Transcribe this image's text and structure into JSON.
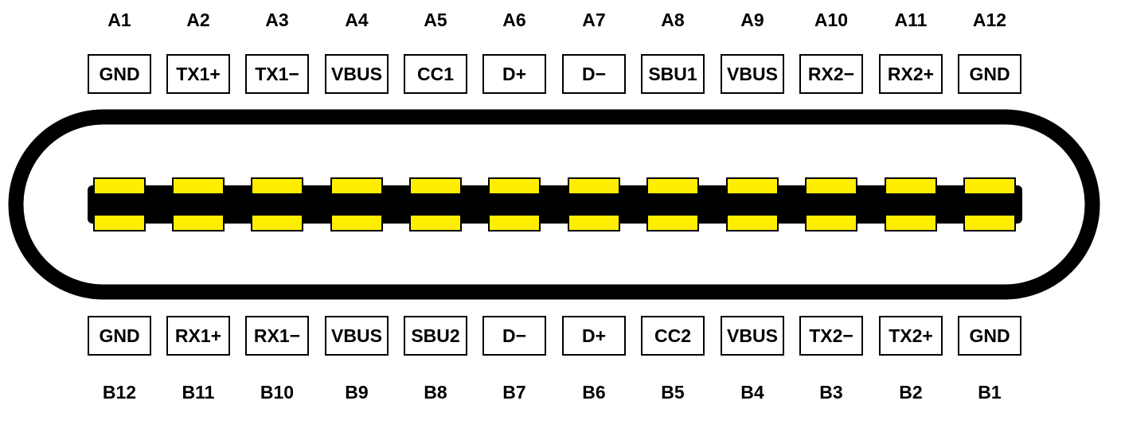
{
  "top_pin_ids": [
    "A1",
    "A2",
    "A3",
    "A4",
    "A5",
    "A6",
    "A7",
    "A8",
    "A9",
    "A10",
    "A11",
    "A12"
  ],
  "top_signals": [
    "GND",
    "TX1+",
    "TX1−",
    "VBUS",
    "CC1",
    "D+",
    "D−",
    "SBU1",
    "VBUS",
    "RX2−",
    "RX2+",
    "GND"
  ],
  "bottom_signals": [
    "GND",
    "RX1+",
    "RX1−",
    "VBUS",
    "SBU2",
    "D−",
    "D+",
    "CC2",
    "VBUS",
    "TX2−",
    "TX2+",
    "GND"
  ],
  "bottom_pin_ids": [
    "B12",
    "B11",
    "B10",
    "B9",
    "B8",
    "B7",
    "B6",
    "B5",
    "B4",
    "B3",
    "B2",
    "B1"
  ],
  "colors": {
    "contact": "#ffee00",
    "outline": "#000000",
    "background": "#ffffff"
  }
}
